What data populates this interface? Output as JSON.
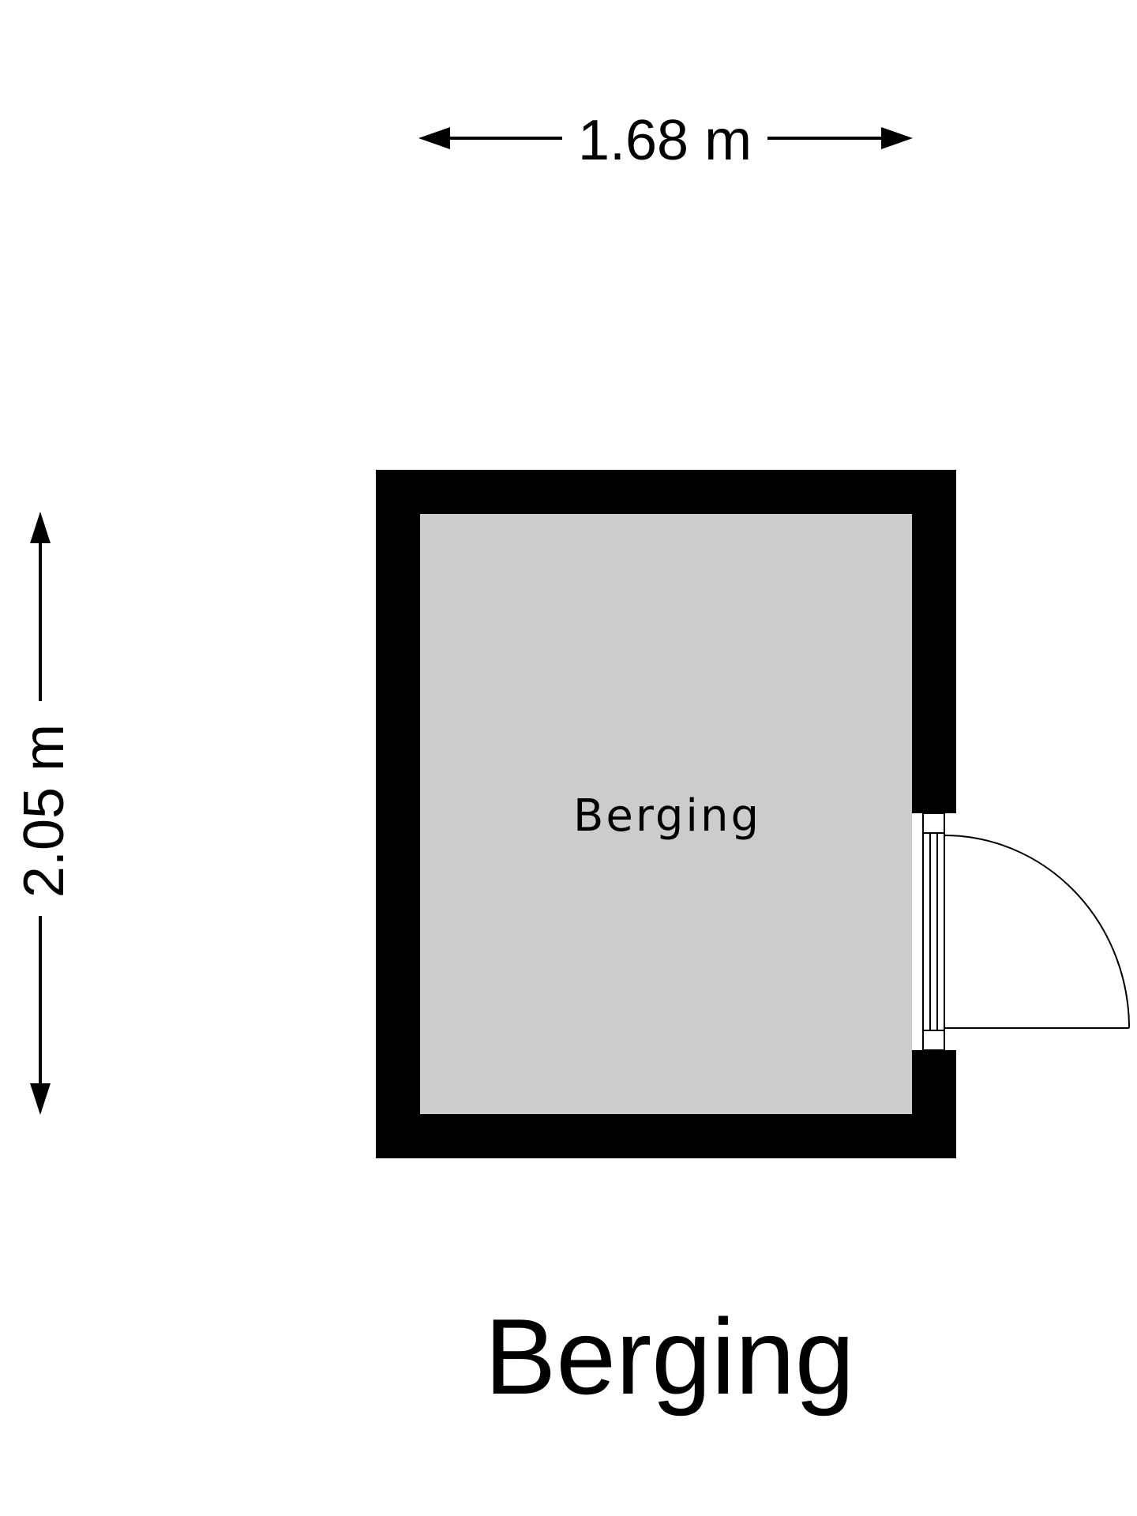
{
  "dimensions": {
    "width_label": "1.68 m",
    "height_label": "2.05 m"
  },
  "room": {
    "label": "Berging"
  },
  "plan_title": "Berging",
  "colors": {
    "wall": "#000000",
    "floor": "#cccccc",
    "background": "#ffffff"
  }
}
